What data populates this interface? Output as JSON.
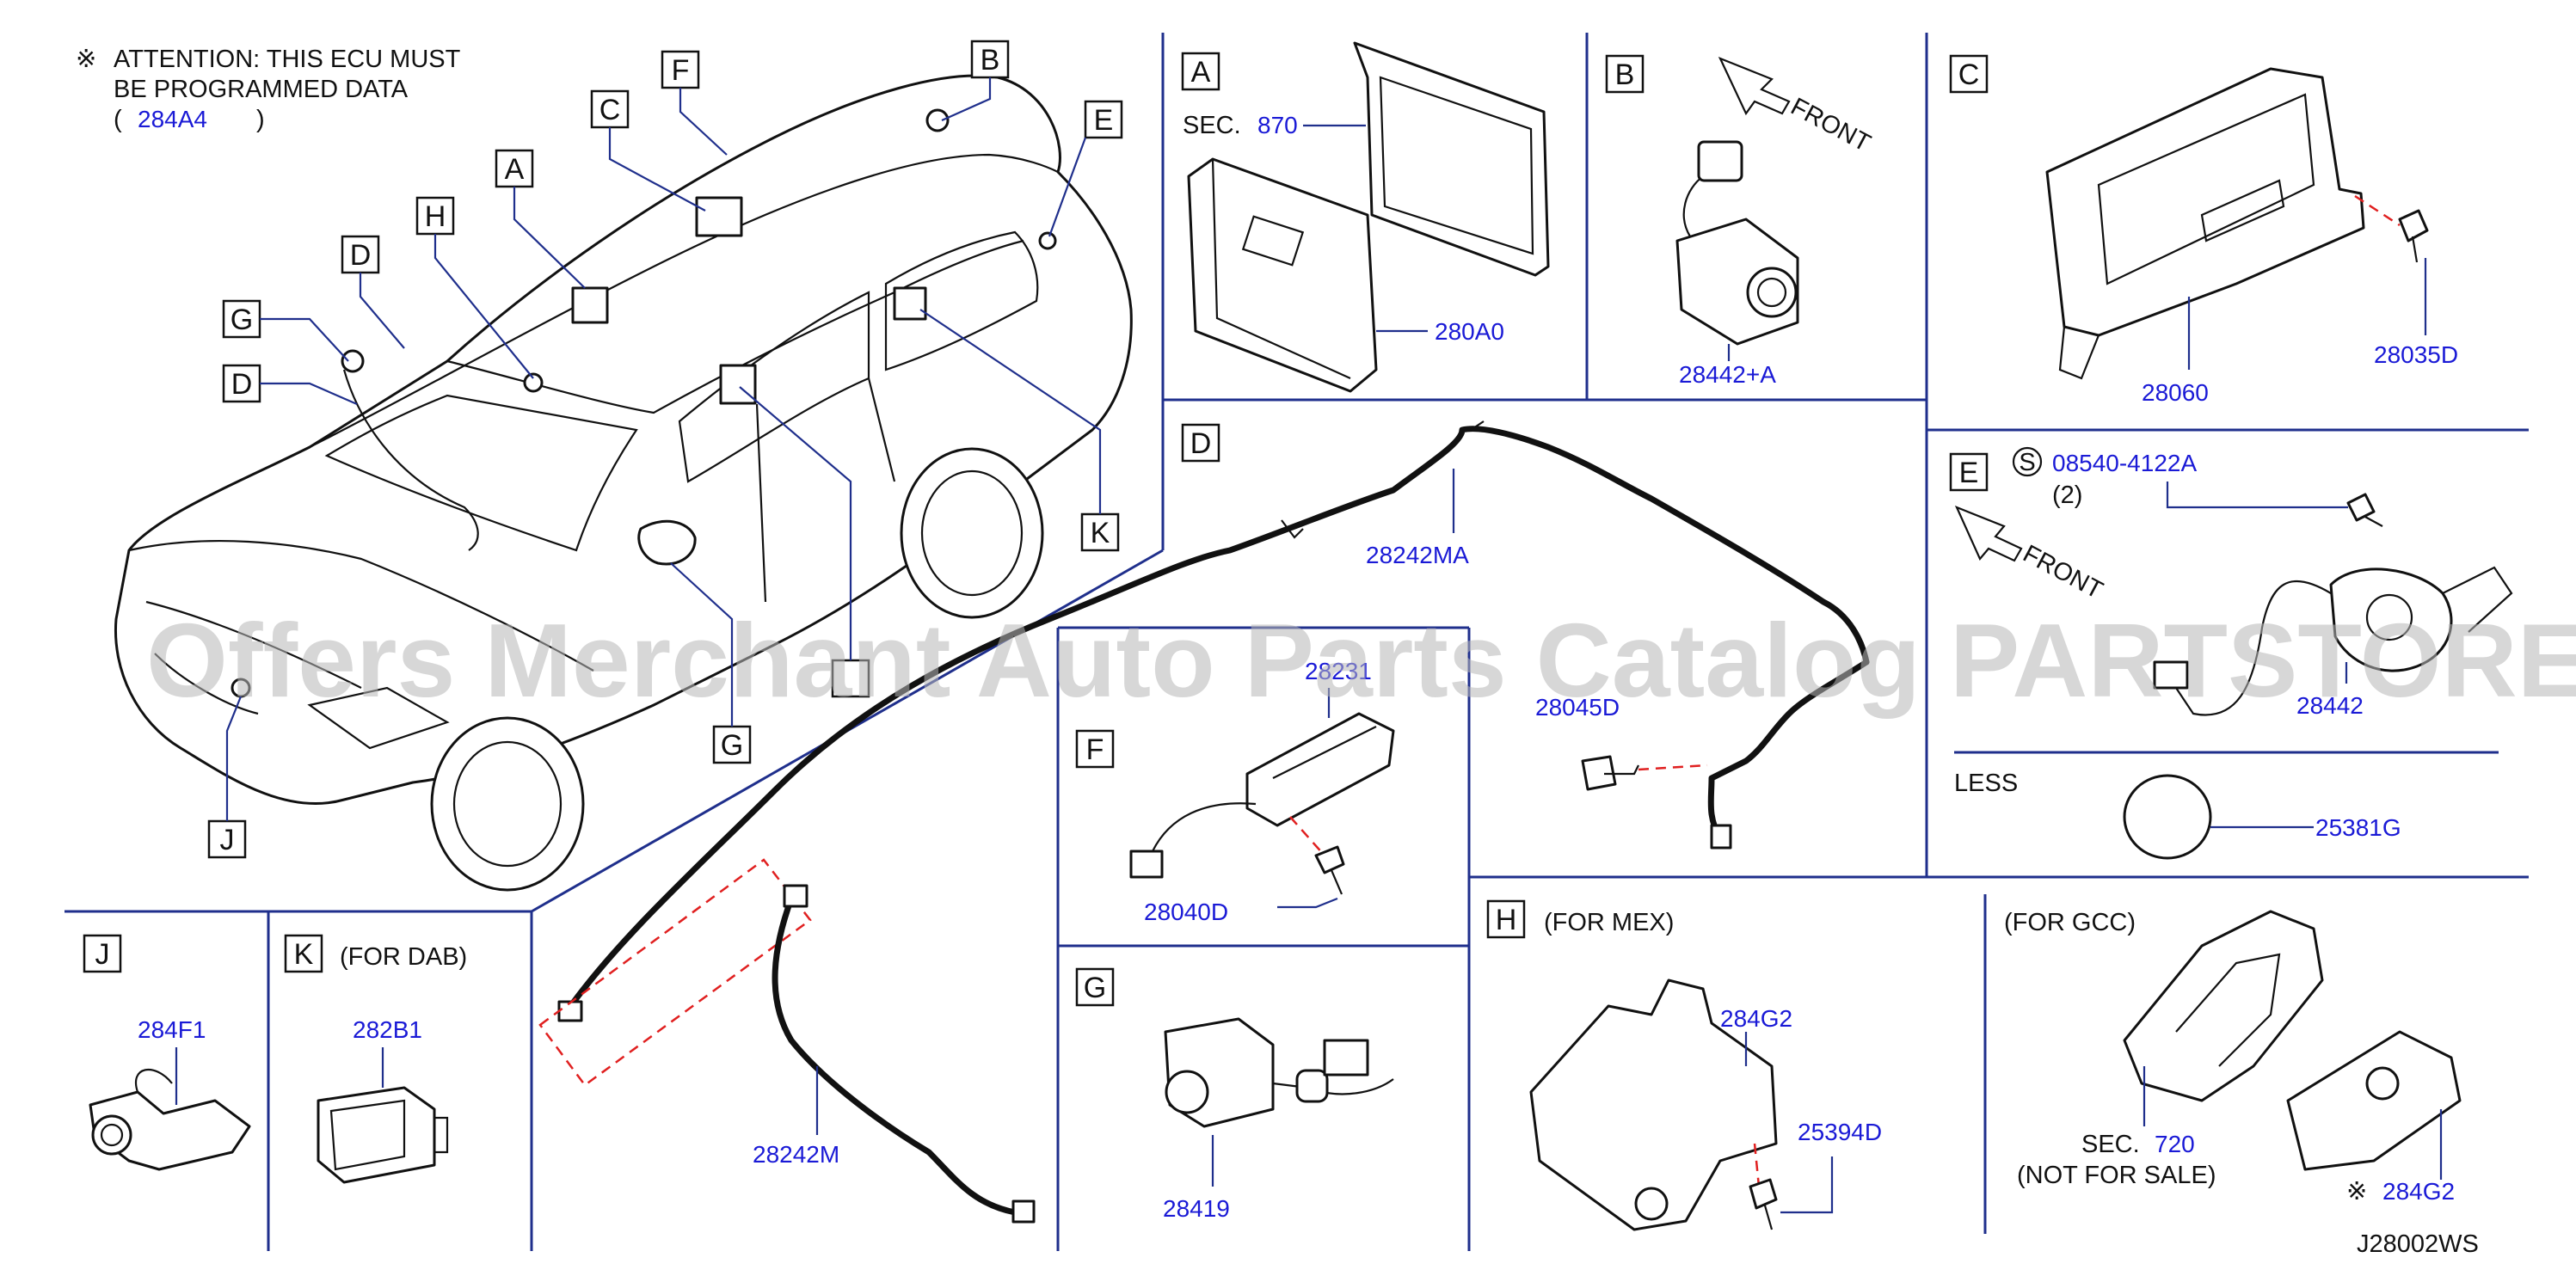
{
  "attention": {
    "symbol": "※",
    "line1": "ATTENTION:  THIS  ECU  MUST",
    "line2": "BE  PROGRAMMED  DATA",
    "paren_open": "(",
    "part": "284A4",
    "paren_close": ")"
  },
  "watermark": "Offers Merchant Auto Parts Catalog PARTSTORE.SA",
  "callouts": [
    "A",
    "B",
    "C",
    "D",
    "E",
    "F",
    "G",
    "H",
    "J",
    "K"
  ],
  "panels": {
    "A": {
      "letter": "A",
      "sec_label": "SEC.",
      "sec_num": "870",
      "part": "280A0"
    },
    "B": {
      "letter": "B",
      "front": "FRONT",
      "part": "28442+A"
    },
    "C": {
      "letter": "C",
      "part_main": "28060",
      "part_bolt": "28035D"
    },
    "D": {
      "letter": "D",
      "part_upper": "28242MA",
      "part_clip": "28045D",
      "part_lower": "28242M"
    },
    "E": {
      "letter": "E",
      "s_symbol": "S",
      "bolt": "08540-4122A",
      "qty": "(2)",
      "front": "FRONT",
      "part": "28442",
      "less": "LESS",
      "cap": "25381G"
    },
    "F": {
      "letter": "F",
      "part_top": "28231",
      "part_bolt": "28040D"
    },
    "G": {
      "letter": "G",
      "part": "28419"
    },
    "H": {
      "letter": "H",
      "note": "(FOR  MEX)",
      "bracket": "284G2",
      "bolt": "25394D"
    },
    "GCC": {
      "note": "(FOR  GCC)",
      "sec_label": "SEC.",
      "sec_num": "720",
      "not_for_sale": "(NOT  FOR  SALE)",
      "star": "※",
      "part": "284G2"
    },
    "J": {
      "letter": "J",
      "part": "284F1"
    },
    "K": {
      "letter": "K",
      "note": "(FOR  DAB)",
      "part": "282B1"
    }
  },
  "diagram_code": "J28002WS",
  "colors": {
    "part_number": "#1a1ad6",
    "divider": "#1f2f8c",
    "dashed": "#e02020"
  }
}
